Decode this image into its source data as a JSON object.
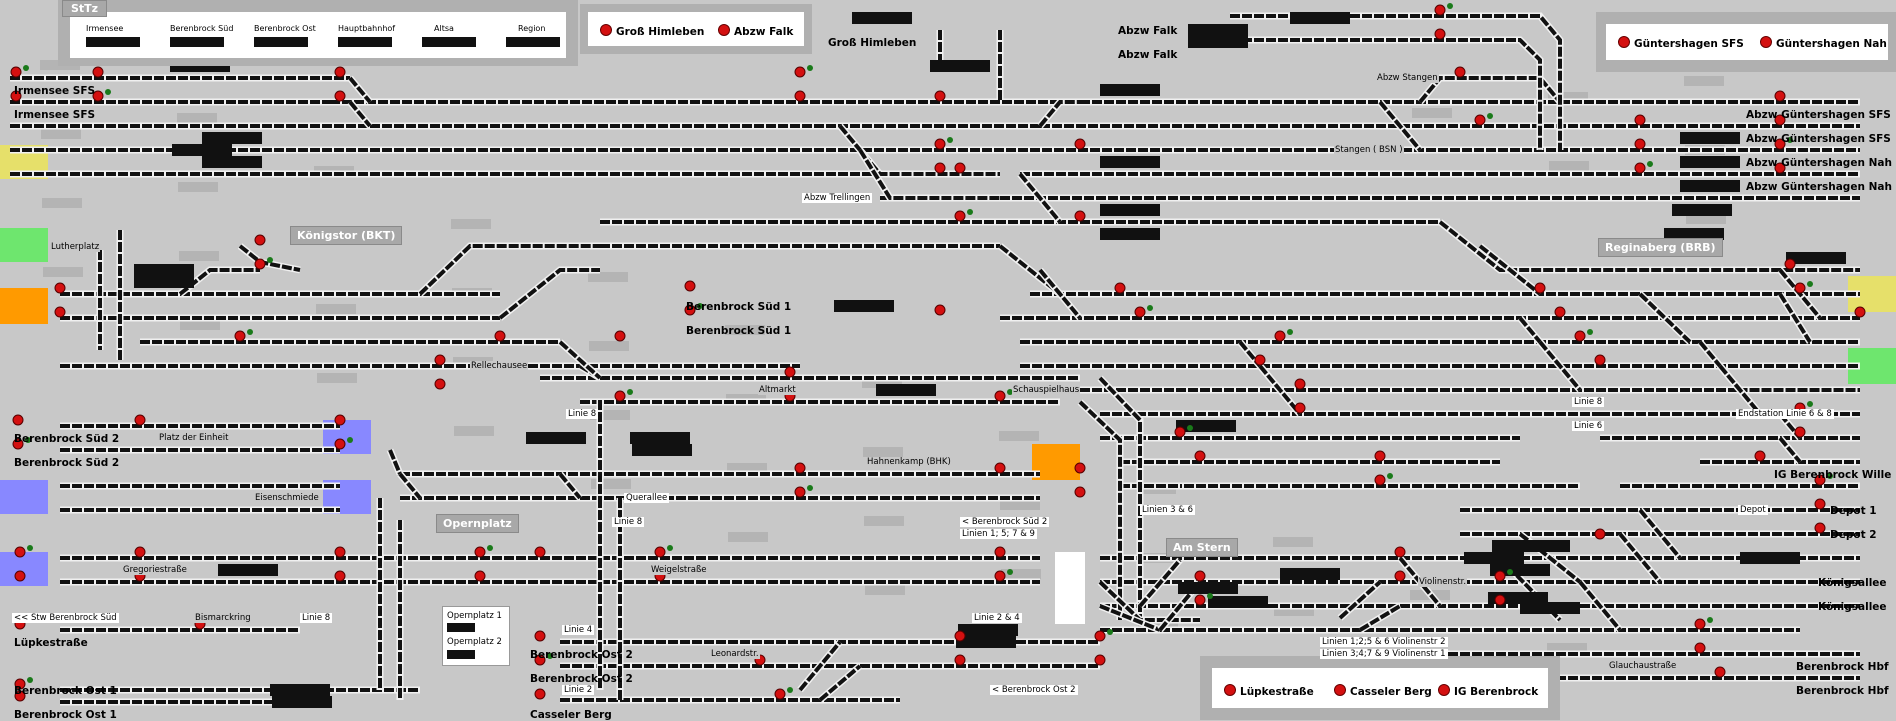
{
  "colors": {
    "background": "#c8c8c8",
    "track": "#111111",
    "track_edge": "#f0f0f0",
    "signal_red": "#d41010",
    "signal_green": "#1a7a1a",
    "zone_yellow": "#e6e06a",
    "zone_green": "#6ee66e",
    "zone_orange": "#ff9a00",
    "zone_blue": "#8888ff",
    "area_label_bg": "#a8a8a8"
  },
  "header": {
    "app_tag": "StTz",
    "legend": [
      "Irmensee",
      "Berenbrock Süd",
      "Berenbrock Ost",
      "Hauptbahnhof",
      "Altsa",
      "Region"
    ],
    "buttons_top": [
      "Groß Himleben",
      "Abzw Falk"
    ],
    "buttons_right": [
      "Güntershagen SFS",
      "Güntershagen Nah"
    ],
    "buttons_bottom": [
      "Lüpkestraße",
      "Casseler Berg",
      "IG Berenbrock"
    ]
  },
  "areas": {
    "koenigstor": "Königstor (BKT)",
    "opernplatz": "Opernplatz",
    "am_stern": "Am Stern",
    "reginaberg": "Reginaberg (BRB)"
  },
  "stations": [
    "Irmensee SFS",
    "Irmensee SFS",
    "Groß Himleben",
    "Abzw Falk",
    "Abzw Falk",
    "Berenbrock Süd 1",
    "Berenbrock Süd 1",
    "Berenbrock Süd 2",
    "Berenbrock Süd 2",
    "Lüpkestraße",
    "Berenbrock Ost 1",
    "Berenbrock Ost 1",
    "Berenbrock Ost 2",
    "Berenbrock Ost 2",
    "Casseler Berg",
    "Abzw Güntershagen SFS",
    "Abzw Güntershagen SFS",
    "Abzw Güntershagen Nah",
    "Abzw Güntershagen Nah",
    "IG Berenbrock Wille",
    "Depot 1",
    "Depot 2",
    "Königsallee",
    "Königsallee",
    "Berenbrock Hbf",
    "Berenbrock Hbf"
  ],
  "small_labels": {
    "lutherplatz": "Lutherplatz",
    "rellechausee": "Rellechausee",
    "platz_der_einheit": "Platz der Einheit",
    "eisenschmiede": "Eisenschmiede",
    "gregoriestrasse": "Gregoriestraße",
    "bismarckring": "Bismarckring",
    "stw_berenbrock_sued": "<< Stw Berenbrock Süd",
    "linie8_a": "Linie 8",
    "linie8_b": "Linie 8",
    "linie8_c": "Linie 8",
    "queraliee": "Querallee",
    "weigelstrasse": "Weigelstraße",
    "altmarkt": "Altmarkt",
    "schauspielhaus": "Schauspielhaus",
    "hahnenkamp": "Hahnenkamp (BHK)",
    "abzw_trellingen": "Abzw Trellingen",
    "abzw_stangen": "Abzw Stangen",
    "stangen_bsn": "Stangen ( BSN )",
    "berenbrock_sued2_lines": "< Berenbrock Süd 2",
    "linien_1578": "Linien 1; 5; 7 & 9",
    "linie4": "Linie 4",
    "leonardstr": "Leonardstr.",
    "linie2": "Linie 2",
    "linie24": "Linie 2 & 4",
    "berenbrock_ost2_lines": "< Berenbrock Ost 2",
    "linien36": "Linien 3 & 6",
    "violinenstr": "Violinenstr.",
    "violinenstr_a": "Linien 1;2;5 & 6 Violinenstr 2",
    "violinenstr_b": "Linien 3;4;7 & 9 Violinenstr 1",
    "glauchaustrasse": "Glauchaustraße",
    "depot": "Depot",
    "linie8_d": "Linie 8",
    "linie6": "Linie 6",
    "endstation": "Endstation Linie 6 & 8",
    "opernplatz1": "Opernplatz 1",
    "opernplatz2": "Opernplatz 2"
  }
}
